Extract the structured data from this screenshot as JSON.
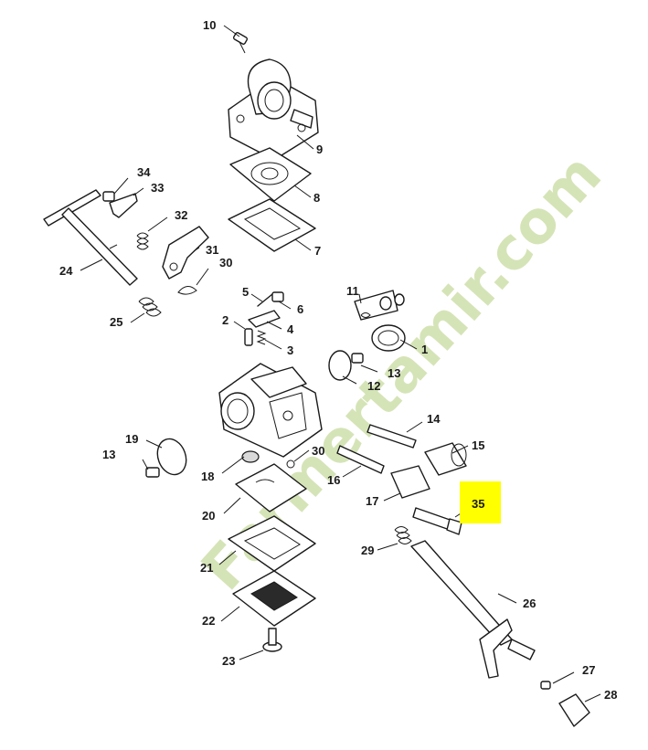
{
  "diagram": {
    "callouts": {
      "c1": "1",
      "c2": "2",
      "c3": "3",
      "c4": "4",
      "c5": "5",
      "c6": "6",
      "c7": "7",
      "c8": "8",
      "c9": "9",
      "c10": "10",
      "c11": "11",
      "c12": "12",
      "c13a": "13",
      "c13b": "13",
      "c14": "14",
      "c15": "15",
      "c16": "16",
      "c17": "17",
      "c18": "18",
      "c19": "19",
      "c20": "20",
      "c21": "21",
      "c22": "22",
      "c23": "23",
      "c24": "24",
      "c25": "25",
      "c26": "26",
      "c27": "27",
      "c28": "28",
      "c29": "29",
      "c30a": "30",
      "c30b": "30",
      "c31": "31",
      "c32": "32",
      "c33": "33",
      "c34": "34",
      "c35": "35"
    },
    "highlight_color": "#ffff00",
    "highlighted_callout": "35",
    "watermark": {
      "text": "Farmertamir.com",
      "color_main": "#c8dba0",
      "color_accent": "#f2b84c"
    }
  }
}
